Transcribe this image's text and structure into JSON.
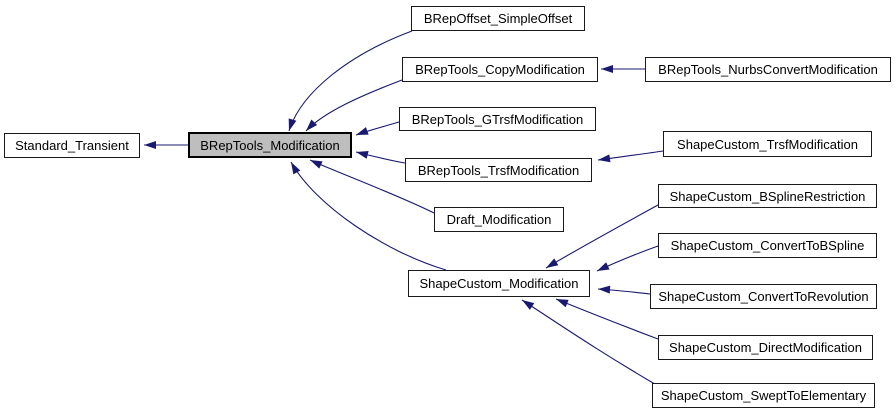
{
  "diagram": {
    "kind": "class-inheritance-graph",
    "colors": {
      "background": "#ffffff",
      "edge": "#191970",
      "node_fill": "#ffffff",
      "node_border": "#1a1a1a",
      "highlight_fill": "#bebebe"
    },
    "nodes": [
      {
        "id": "standard-transient",
        "label": "Standard_Transient",
        "highlighted": false
      },
      {
        "id": "breptools-modification",
        "label": "BRepTools_Modification",
        "highlighted": true
      },
      {
        "id": "brepoffset-simpleoffset",
        "label": "BRepOffset_SimpleOffset",
        "highlighted": false
      },
      {
        "id": "breptools-copymodification",
        "label": "BRepTools_CopyModification",
        "highlighted": false
      },
      {
        "id": "breptools-nurbsconvertmodification",
        "label": "BRepTools_NurbsConvertModification",
        "highlighted": false
      },
      {
        "id": "breptools-gtrsfmodification",
        "label": "BRepTools_GTrsfModification",
        "highlighted": false
      },
      {
        "id": "shapecustom-trsfmodification",
        "label": "ShapeCustom_TrsfModification",
        "highlighted": false
      },
      {
        "id": "breptools-trsfmodification",
        "label": "BRepTools_TrsfModification",
        "highlighted": false
      },
      {
        "id": "shapecustom-bsplinerestriction",
        "label": "ShapeCustom_BSplineRestriction",
        "highlighted": false
      },
      {
        "id": "draft-modification",
        "label": "Draft_Modification",
        "highlighted": false
      },
      {
        "id": "shapecustom-converttobspline",
        "label": "ShapeCustom_ConvertToBSpline",
        "highlighted": false
      },
      {
        "id": "shapecustom-modification",
        "label": "ShapeCustom_Modification",
        "highlighted": false
      },
      {
        "id": "shapecustom-converttorevolution",
        "label": "ShapeCustom_ConvertToRevolution",
        "highlighted": false
      },
      {
        "id": "shapecustom-directmodification",
        "label": "ShapeCustom_DirectModification",
        "highlighted": false
      },
      {
        "id": "shapecustom-swepttoelementary",
        "label": "ShapeCustom_SweptToElementary",
        "highlighted": false
      }
    ],
    "edges": [
      {
        "from": "BRepTools_Modification",
        "to": "Standard_Transient"
      },
      {
        "from": "BRepOffset_SimpleOffset",
        "to": "BRepTools_Modification"
      },
      {
        "from": "BRepTools_CopyModification",
        "to": "BRepTools_Modification"
      },
      {
        "from": "BRepTools_GTrsfModification",
        "to": "BRepTools_Modification"
      },
      {
        "from": "BRepTools_TrsfModification",
        "to": "BRepTools_Modification"
      },
      {
        "from": "Draft_Modification",
        "to": "BRepTools_Modification"
      },
      {
        "from": "ShapeCustom_Modification",
        "to": "BRepTools_Modification"
      },
      {
        "from": "BRepTools_NurbsConvertModification",
        "to": "BRepTools_CopyModification"
      },
      {
        "from": "ShapeCustom_TrsfModification",
        "to": "BRepTools_TrsfModification"
      },
      {
        "from": "ShapeCustom_BSplineRestriction",
        "to": "ShapeCustom_Modification"
      },
      {
        "from": "ShapeCustom_ConvertToBSpline",
        "to": "ShapeCustom_Modification"
      },
      {
        "from": "ShapeCustom_ConvertToRevolution",
        "to": "ShapeCustom_Modification"
      },
      {
        "from": "ShapeCustom_DirectModification",
        "to": "ShapeCustom_Modification"
      },
      {
        "from": "ShapeCustom_SweptToElementary",
        "to": "ShapeCustom_Modification"
      }
    ]
  }
}
